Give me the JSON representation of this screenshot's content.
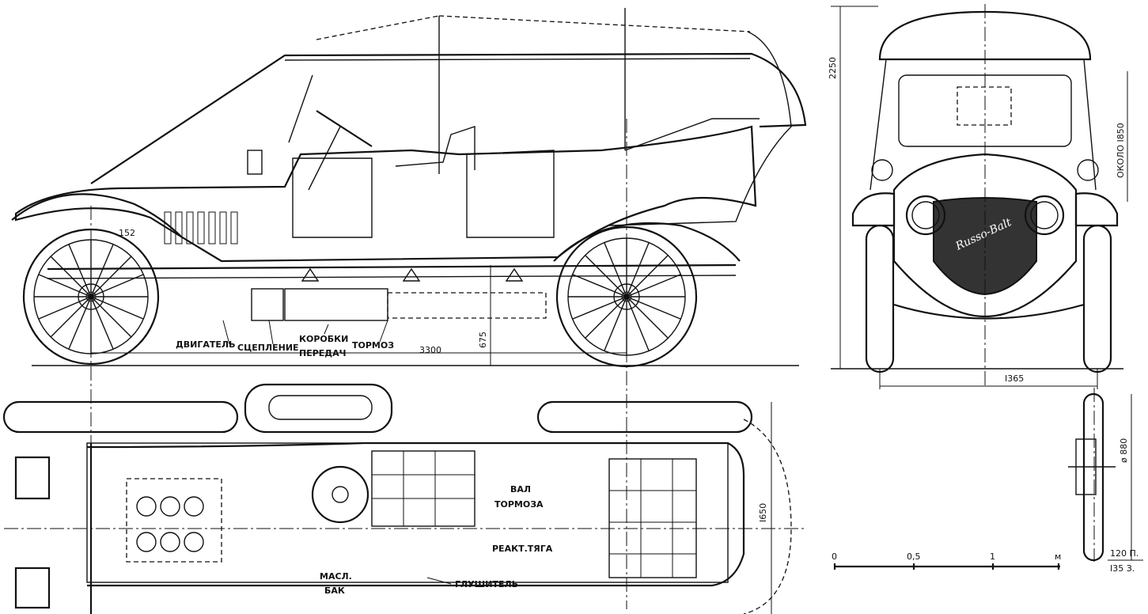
{
  "side_view": {
    "labels": {
      "engine": "ДВИГАТЕЛЬ",
      "clutch": "СЦЕПЛЕНИЕ",
      "gearbox_1": "КОРОБКИ",
      "gearbox_2": "ПЕРЕДАЧ",
      "brake": "ТОРМОЗ"
    },
    "dimensions": {
      "wheelbase": "3300",
      "ground_clearance": "675",
      "small_dim": "152"
    }
  },
  "front_view": {
    "dimensions": {
      "height": "2250",
      "windshield": "ОКОЛО I850",
      "track": "I365"
    },
    "grille_script": "Russo-Balt"
  },
  "plan_view": {
    "labels": {
      "brake_shaft_1": "ВАЛ",
      "brake_shaft_2": "ТОРМОЗА",
      "torque_rod": "РЕАКТ.ТЯГА",
      "oil_tank_1": "МАСЛ.",
      "oil_tank_2": "БАК",
      "muffler": "ГЛУШИТЕЛЬ"
    },
    "dimensions": {
      "width": "I650"
    }
  },
  "wheel_detail": {
    "dimensions": {
      "diameter": "ø 880",
      "front_tire": "120 П.",
      "rear_tire": "I35 З."
    }
  },
  "scale_bar": {
    "ticks": [
      "0",
      "0,5",
      "1",
      "м"
    ]
  }
}
